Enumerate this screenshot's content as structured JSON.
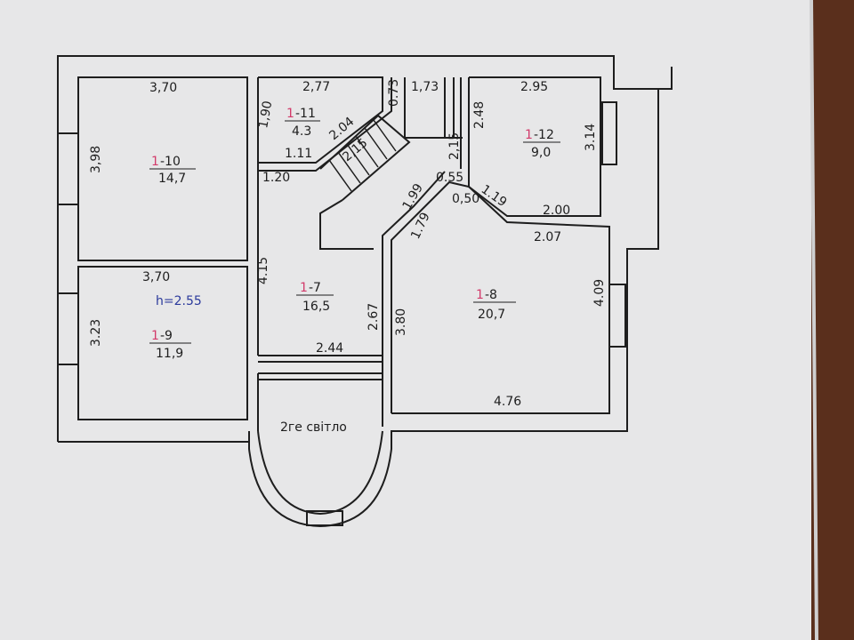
{
  "plan": {
    "height_label": "h=2.55",
    "second_light_label": "2ге світло",
    "rooms": [
      {
        "prefix": "1",
        "id": "-10",
        "area": "14,7",
        "dims": [
          "3,70",
          "3,98"
        ]
      },
      {
        "prefix": "1",
        "id": "-9",
        "area": "11,9",
        "dims": [
          "3,70",
          "3.23"
        ]
      },
      {
        "prefix": "1",
        "id": "-11",
        "area": "4.3",
        "dims": [
          "2,77",
          "1,90",
          "2.04",
          "1.11",
          "1.20"
        ]
      },
      {
        "prefix": "1",
        "id": "-7",
        "area": "16,5",
        "dims": [
          "4.15",
          "2.44",
          "2.67"
        ]
      },
      {
        "prefix": "1",
        "id": "-12",
        "area": "9,0",
        "dims": [
          "2.95",
          "2.48",
          "3.14",
          "2.00",
          "1.19"
        ]
      },
      {
        "prefix": "1",
        "id": "-8",
        "area": "20,7",
        "dims": [
          "2.07",
          "4.09",
          "4.76",
          "3.80",
          "1.79",
          "1.99"
        ]
      }
    ],
    "other_dims": [
      "0.73",
      "1,73",
      "2,15",
      "2,15",
      "0.55",
      "0,50"
    ]
  },
  "colors": {
    "paper": "#e9e9ea",
    "ink": "#1e1e1e",
    "red": "#d23a6a",
    "blue": "#2b3a9c",
    "wood": "#5a2f1c"
  }
}
